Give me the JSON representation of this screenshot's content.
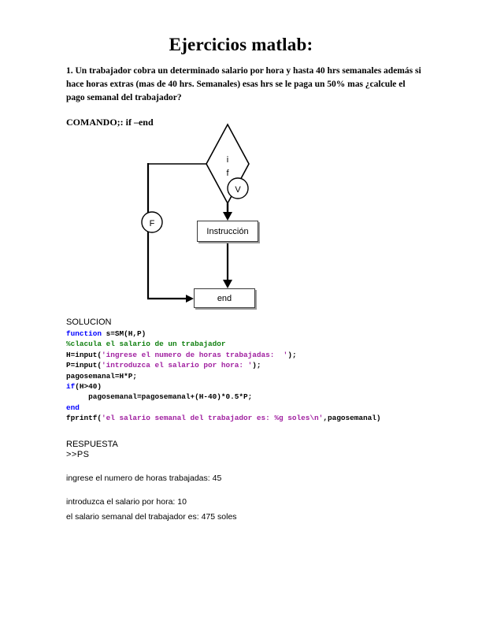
{
  "document": {
    "title": "Ejercicios matlab:",
    "problem_number": "1.",
    "problem_text": "1.  Un trabajador cobra un determinado salario por hora y hasta 40 hrs semanales  además si hace horas extras (mas de 40 hrs. Semanales) esas hrs se le paga un 50%  mas ¿calcule el pago semanal del trabajador?",
    "comando_label": "COMANDO;: if –end"
  },
  "flowchart": {
    "decision_line1": "i",
    "decision_line2": "f",
    "true_branch_label": "V",
    "false_branch_label": "F",
    "instruction_box": "Instrucción",
    "end_box": "end"
  },
  "solucion": {
    "heading": "SOLUCION",
    "code_lines": [
      {
        "segments": [
          {
            "text": "function",
            "style": "kw"
          },
          {
            "text": " s=SM(H,P)",
            "style": "pl"
          }
        ]
      },
      {
        "segments": [
          {
            "text": "%clacula el salario de un trabajador",
            "style": "cm"
          }
        ]
      },
      {
        "segments": [
          {
            "text": "H=input(",
            "style": "pl"
          },
          {
            "text": "'ingrese el numero de horas trabajadas:  '",
            "style": "st"
          },
          {
            "text": ");",
            "style": "pl"
          }
        ]
      },
      {
        "segments": [
          {
            "text": "P=input(",
            "style": "pl"
          },
          {
            "text": "'introduzca el salario por hora: '",
            "style": "st"
          },
          {
            "text": ");",
            "style": "pl"
          }
        ]
      },
      {
        "segments": [
          {
            "text": "pagosemanal=H*P;",
            "style": "pl"
          }
        ]
      },
      {
        "segments": [
          {
            "text": "if",
            "style": "kw"
          },
          {
            "text": "(H>40)",
            "style": "pl"
          }
        ]
      },
      {
        "segments": [
          {
            "text": "     pagosemanal=pagosemanal+(H-40)*0.5*P;",
            "style": "pl"
          }
        ]
      },
      {
        "segments": [
          {
            "text": "end",
            "style": "kw"
          }
        ]
      },
      {
        "segments": [
          {
            "text": "fprintf(",
            "style": "pl"
          },
          {
            "text": "'el salario semanal del trabajador es: %g soles\\n'",
            "style": "st"
          },
          {
            "text": ",pagosemanal)",
            "style": "pl"
          }
        ]
      }
    ]
  },
  "respuesta": {
    "heading": "RESPUESTA",
    "prompt": ">>PS",
    "output_lines": [
      "ingrese el numero de horas trabajadas: 45",
      "introduzca el salario por hora: 10",
      "el salario semanal del trabajador es: 475 soles"
    ]
  },
  "colors": {
    "keyword": "#0000ff",
    "comment": "#108010",
    "string": "#a020a0",
    "plain": "#000000",
    "box_border": "#3a3a3a",
    "box_shadow": "#9a9a9a"
  }
}
